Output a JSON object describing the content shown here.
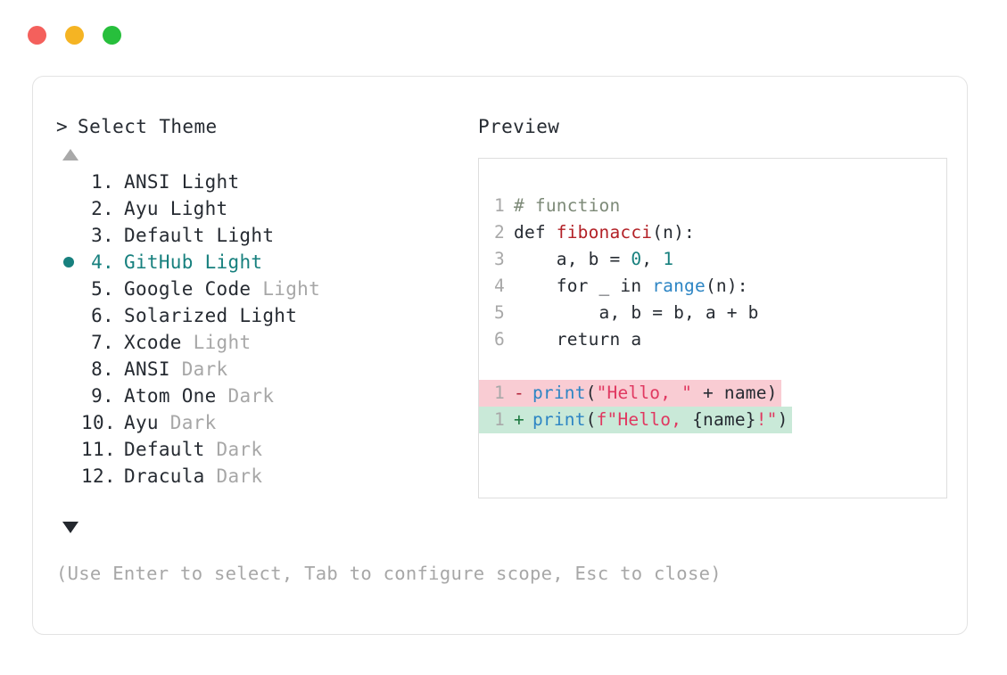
{
  "window": {
    "controls": [
      {
        "name": "close",
        "color": "#f4605c"
      },
      {
        "name": "minimize",
        "color": "#f5b423"
      },
      {
        "name": "zoom",
        "color": "#27bf3c"
      }
    ]
  },
  "accent_color": "#17807e",
  "prompt": {
    "caret": ">",
    "title": "Select Theme"
  },
  "scroll": {
    "up_arrow": "▲",
    "down_arrow": "▼",
    "up_enabled": false,
    "down_enabled": true
  },
  "themes": {
    "selected_index": 4,
    "items": [
      {
        "index": "1.",
        "name": "ANSI",
        "variant": "Light",
        "variant_dim": false
      },
      {
        "index": "2.",
        "name": "Ayu",
        "variant": "Light",
        "variant_dim": false
      },
      {
        "index": "3.",
        "name": "Default",
        "variant": "Light",
        "variant_dim": false
      },
      {
        "index": "4.",
        "name": "GitHub",
        "variant": "Light",
        "variant_dim": false
      },
      {
        "index": "5.",
        "name": "Google Code",
        "variant": "Light",
        "variant_dim": true
      },
      {
        "index": "6.",
        "name": "Solarized",
        "variant": "Light",
        "variant_dim": false
      },
      {
        "index": "7.",
        "name": "Xcode",
        "variant": "Light",
        "variant_dim": true
      },
      {
        "index": "8.",
        "name": "ANSI",
        "variant": "Dark",
        "variant_dim": true
      },
      {
        "index": "9.",
        "name": "Atom One",
        "variant": "Dark",
        "variant_dim": true
      },
      {
        "index": "10.",
        "name": "Ayu",
        "variant": "Dark",
        "variant_dim": true
      },
      {
        "index": "11.",
        "name": "Default",
        "variant": "Dark",
        "variant_dim": true
      },
      {
        "index": "12.",
        "name": "Dracula",
        "variant": "Dark",
        "variant_dim": true
      }
    ]
  },
  "preview": {
    "label": "Preview",
    "code_lines": [
      {
        "number": "1",
        "tokens": [
          {
            "text": "# function",
            "type": "comment"
          }
        ]
      },
      {
        "number": "2",
        "tokens": [
          {
            "text": "def ",
            "type": "keyword"
          },
          {
            "text": "fibonacci",
            "type": "func"
          },
          {
            "text": "(n):",
            "type": "plain"
          }
        ]
      },
      {
        "number": "3",
        "tokens": [
          {
            "text": "    a, b = ",
            "type": "plain"
          },
          {
            "text": "0",
            "type": "number"
          },
          {
            "text": ", ",
            "type": "plain"
          },
          {
            "text": "1",
            "type": "number"
          }
        ]
      },
      {
        "number": "4",
        "tokens": [
          {
            "text": "    for _ in ",
            "type": "plain"
          },
          {
            "text": "range",
            "type": "builtin"
          },
          {
            "text": "(n):",
            "type": "plain"
          }
        ]
      },
      {
        "number": "5",
        "tokens": [
          {
            "text": "        a, b = b, a + b",
            "type": "plain"
          }
        ]
      },
      {
        "number": "6",
        "tokens": [
          {
            "text": "    return a",
            "type": "plain"
          }
        ]
      }
    ],
    "diff_lines": [
      {
        "number": "1",
        "sign": "-",
        "kind": "del",
        "tokens": [
          {
            "text": "print",
            "type": "print"
          },
          {
            "text": "(",
            "type": "plain"
          },
          {
            "text": "\"Hello, \"",
            "type": "string"
          },
          {
            "text": " + name)",
            "type": "plain"
          }
        ]
      },
      {
        "number": "1",
        "sign": "+",
        "kind": "add",
        "tokens": [
          {
            "text": "print",
            "type": "print"
          },
          {
            "text": "(",
            "type": "plain"
          },
          {
            "text": "f\"Hello, ",
            "type": "string"
          },
          {
            "text": "{name}",
            "type": "plain"
          },
          {
            "text": "!\"",
            "type": "string"
          },
          {
            "text": ")",
            "type": "plain"
          }
        ]
      }
    ]
  },
  "footer": {
    "hint": "(Use Enter to select, Tab to configure scope, Esc to close)"
  }
}
